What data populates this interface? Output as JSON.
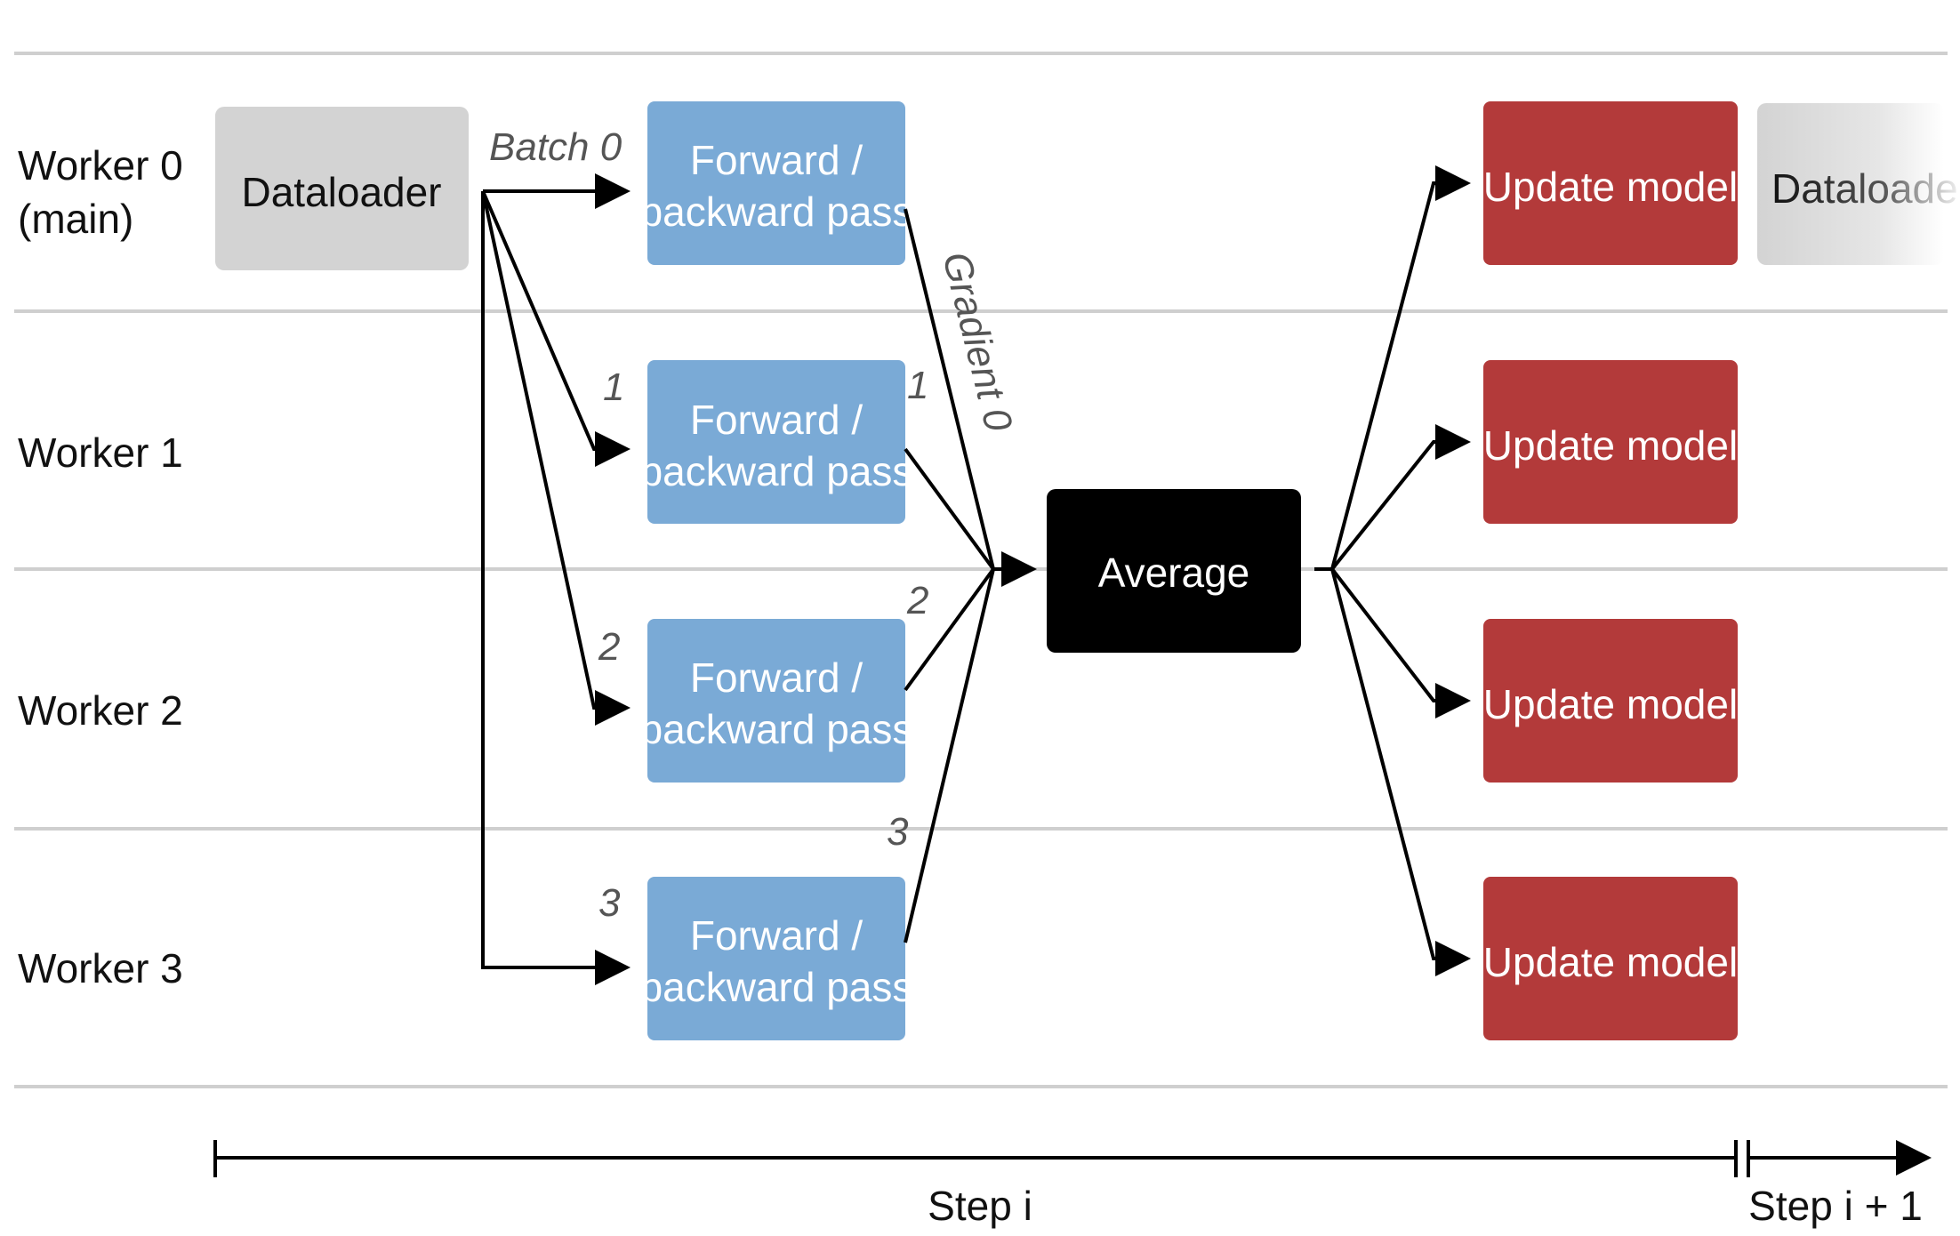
{
  "workers": [
    "Worker 0",
    "(main)",
    "Worker 1",
    "Worker 2",
    "Worker 3"
  ],
  "dataloader_label": "Dataloader",
  "next_dataloader_label": "Dataloade",
  "fwd_label_line1": "Forward /",
  "fwd_label_line2": "backward pass",
  "batch_labels": [
    "Batch 0",
    "1",
    "2",
    "3"
  ],
  "gradient_labels": [
    "Gradient 0",
    "1",
    "2",
    "3"
  ],
  "average_label": "Average",
  "update_label": "Update model",
  "step_labels": [
    "Step i",
    "Step i + 1"
  ],
  "colors": {
    "dataloader": "#d3d3d3",
    "forward": "#7aaad6",
    "update": "#b33a3a",
    "average": "#000000",
    "grid": "#cfcfcf"
  }
}
